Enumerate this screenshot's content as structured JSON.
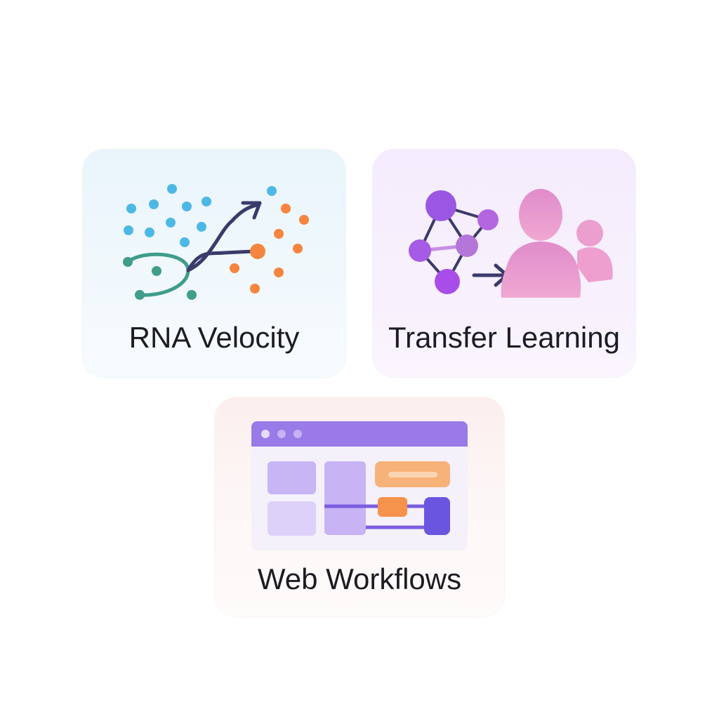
{
  "cards": [
    {
      "label": "RNA Velocity",
      "icon": "rna-velocity-icon",
      "accent_colors": [
        "#4bb7e5",
        "#3f9d8a",
        "#f5853f",
        "#3b3a6b"
      ]
    },
    {
      "label": "Transfer Learning",
      "icon": "transfer-learning-icon",
      "accent_colors": [
        "#9a57e3",
        "#b96ed8",
        "#e58ac4",
        "#3b3a6b"
      ]
    },
    {
      "label": "Web Workflows",
      "icon": "web-workflow-icon",
      "accent_colors": [
        "#8f6fe4",
        "#c9b6f6",
        "#f7b27a",
        "#6b52dc"
      ]
    }
  ]
}
